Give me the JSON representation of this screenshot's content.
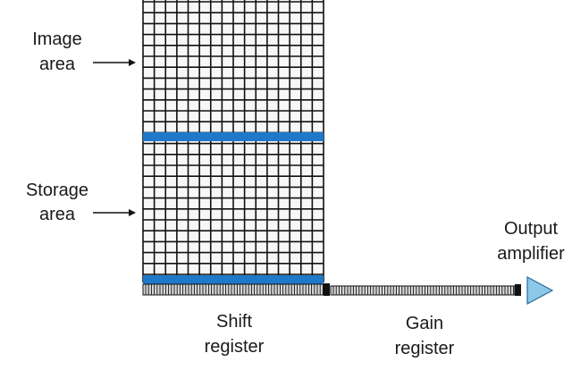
{
  "labels": {
    "image_area": [
      "Image",
      "area"
    ],
    "storage_area": [
      "Storage",
      "area"
    ],
    "shift_register": [
      "Shift",
      "register"
    ],
    "gain_register": [
      "Gain",
      "register"
    ],
    "output_amplifier": [
      "Output",
      "amplifier"
    ]
  },
  "colors": {
    "blue_band": "#1f78c8",
    "amplifier_fill": "#8cc8e8",
    "amplifier_stroke": "#2a6a9a",
    "grid_line": "#111111",
    "register_fill": "#d8d8d8"
  }
}
